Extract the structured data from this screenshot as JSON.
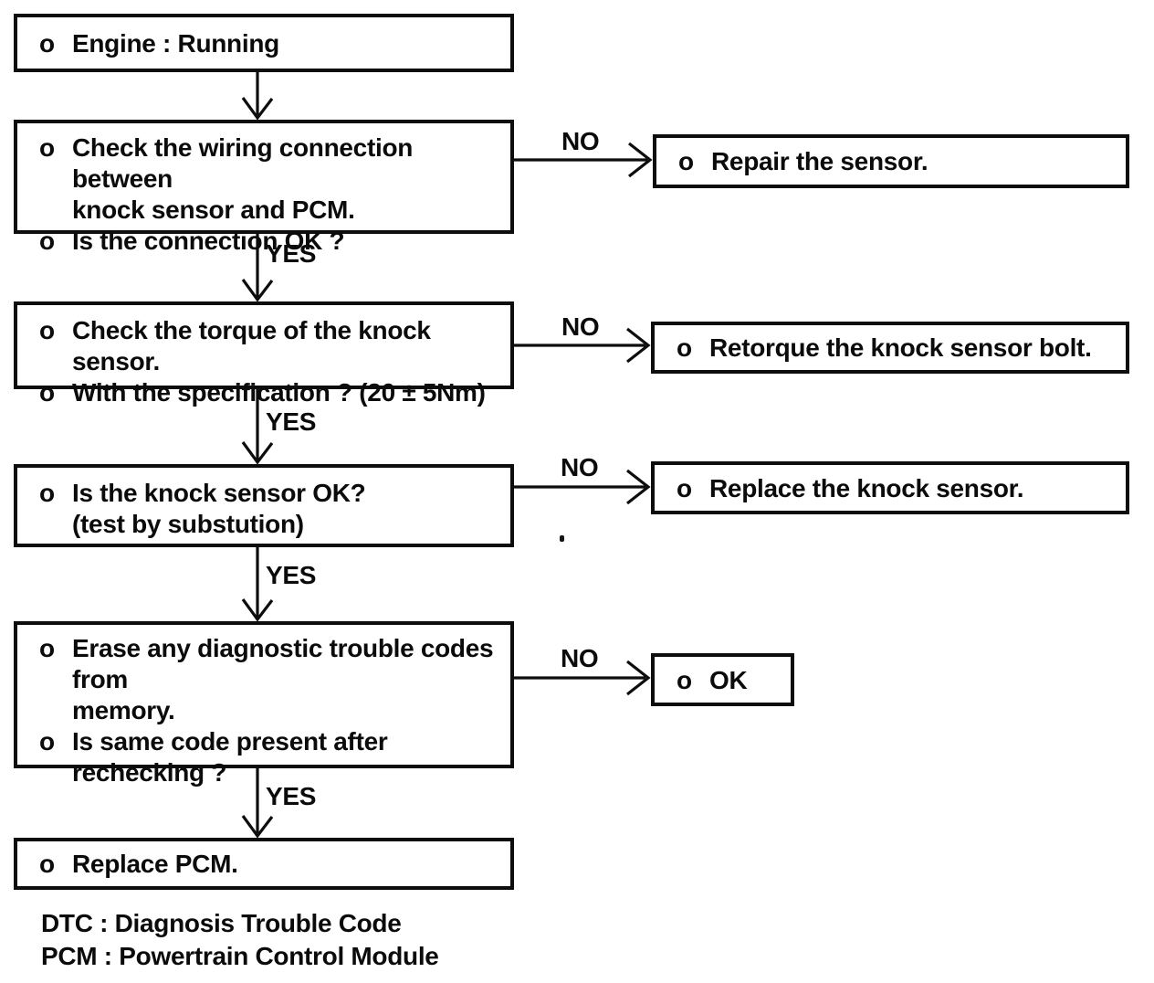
{
  "colors": {
    "ink": "#0d0d0d",
    "paper": "#ffffff"
  },
  "labels": {
    "yes": "YES",
    "no": "NO"
  },
  "steps": [
    {
      "lines": [
        {
          "b": "o",
          "t": "Engine : Running"
        }
      ]
    },
    {
      "lines": [
        {
          "b": "o",
          "t": "Check the wiring connection between"
        },
        {
          "b": "",
          "t": "knock sensor and PCM."
        },
        {
          "b": "o",
          "t": "Is the connection OK ?"
        }
      ]
    },
    {
      "lines": [
        {
          "b": "o",
          "t": "Check the torque of the knock sensor."
        },
        {
          "b": "o",
          "t": "With the specification ? (20 ± 5Nm)"
        }
      ]
    },
    {
      "lines": [
        {
          "b": "o",
          "t": "Is the knock sensor OK?"
        },
        {
          "b": "",
          "t": "(test by substution)"
        }
      ]
    },
    {
      "lines": [
        {
          "b": "o",
          "t": "Erase any diagnostic trouble codes from"
        },
        {
          "b": "",
          "t": "memory."
        },
        {
          "b": "o",
          "t": "Is same code present after rechecking ?"
        }
      ]
    },
    {
      "lines": [
        {
          "b": "o",
          "t": "Replace PCM."
        }
      ]
    }
  ],
  "results": [
    {
      "lines": [
        {
          "b": "o",
          "t": "Repair the sensor."
        }
      ]
    },
    {
      "lines": [
        {
          "b": "o",
          "t": "Retorque the knock sensor bolt."
        }
      ]
    },
    {
      "lines": [
        {
          "b": "o",
          "t": "Replace the knock sensor."
        }
      ]
    },
    {
      "lines": [
        {
          "b": "o",
          "t": "OK"
        }
      ]
    }
  ],
  "footnotes": [
    "DTC : Diagnosis Trouble Code",
    "PCM : Powertrain Control Module"
  ]
}
